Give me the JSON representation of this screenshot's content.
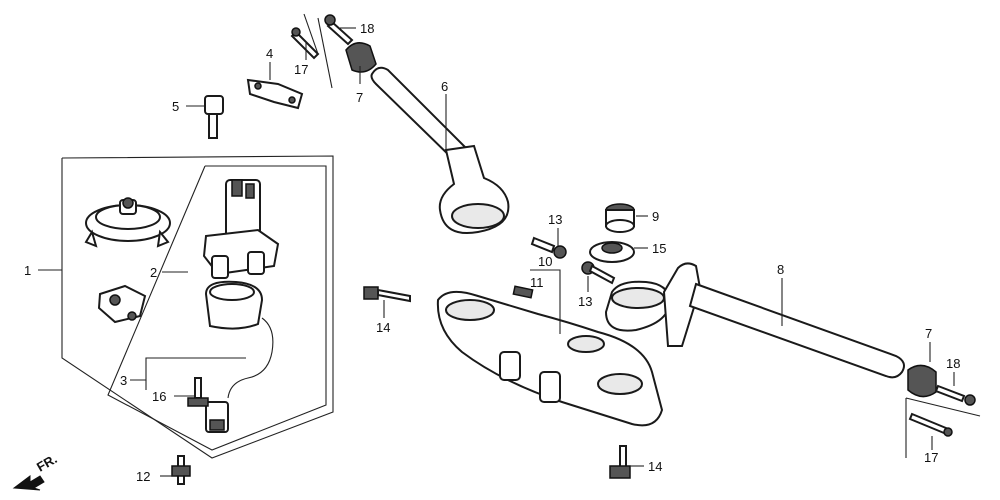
{
  "labels": {
    "p1": "1",
    "p2": "2",
    "p3": "3",
    "p4": "4",
    "p5": "5",
    "p6": "6",
    "p7a": "7",
    "p7b": "7",
    "p8": "8",
    "p9": "9",
    "p10": "10",
    "p11": "11",
    "p12": "12",
    "p13a": "13",
    "p13b": "13",
    "p14a": "14",
    "p14b": "14",
    "p15": "15",
    "p16": "16",
    "p17a": "17",
    "p17b": "17",
    "p18a": "18",
    "p18b": "18"
  },
  "direction": "FR."
}
